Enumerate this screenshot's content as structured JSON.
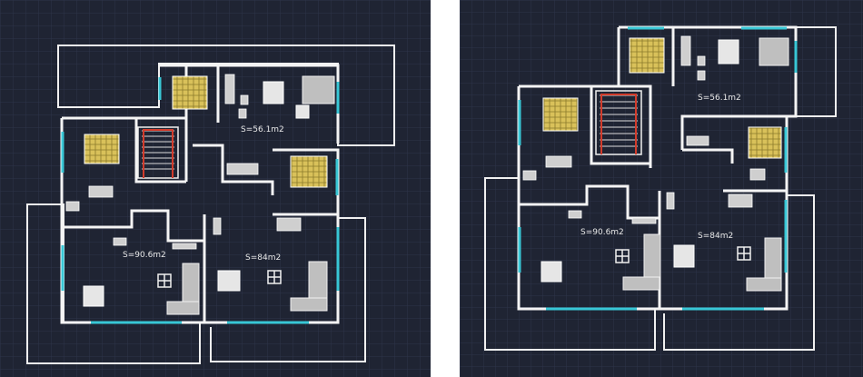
{
  "views": [
    {
      "id": "left",
      "areas": {
        "top": "S=56.1m2",
        "left_unit": "S=90.6m2",
        "right_unit": "S=84m2"
      }
    },
    {
      "id": "right",
      "areas": {
        "top": "S=56.1m2",
        "left_unit": "S=90.6m2",
        "right_unit": "S=84m2"
      }
    }
  ],
  "colors": {
    "background": "#1f2433",
    "grid": "#2b3246",
    "wall": "#f2f2f2",
    "window": "#38c7d6",
    "bed": "#d9c15a",
    "stair": "#d23b2b",
    "furniture": "#bcbcbc"
  }
}
